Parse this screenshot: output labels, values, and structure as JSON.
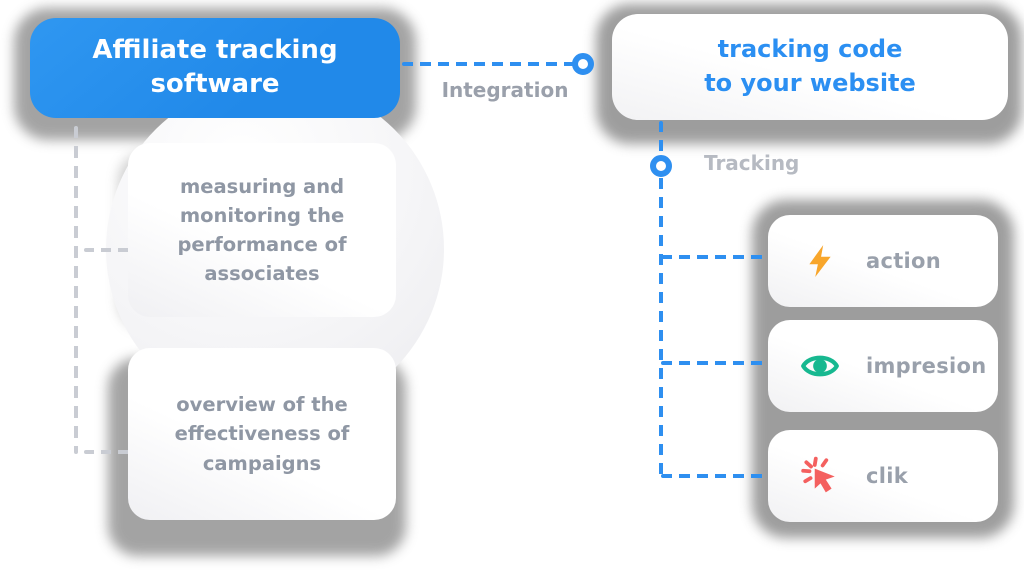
{
  "colors": {
    "box-blue": "#2189E9",
    "accent-blue": "#2E8FF0",
    "link-blue": "#2B8FF2",
    "gray-dash": "#C9CCD3",
    "card-text": "#8F97A4",
    "event-label": "#99A0AB",
    "connector-label": "#9AA0AB",
    "tracking-label-color": "#B6BAC2",
    "shadow-gray": "#8D8D8D",
    "lightning-color": "#F8A62B",
    "eye-color": "#17B890",
    "cursor-color": "#F4605F"
  },
  "main_box": {
    "title": "Affiliate tracking\nsoftware"
  },
  "website_box": {
    "title": "tracking code\nto your website"
  },
  "connectors": {
    "integration_label": "Integration",
    "tracking_label": "Tracking"
  },
  "benefit_cards": [
    {
      "text": "measuring and\nmonitoring the\nperformance of\nassociates"
    },
    {
      "text": "overview of the\neffectiveness of\ncampaigns"
    }
  ],
  "event_cards": [
    {
      "icon": "lightning-icon",
      "label": "action"
    },
    {
      "icon": "eye-icon",
      "label": "impresion"
    },
    {
      "icon": "cursor-click-icon",
      "label": "clik"
    }
  ]
}
